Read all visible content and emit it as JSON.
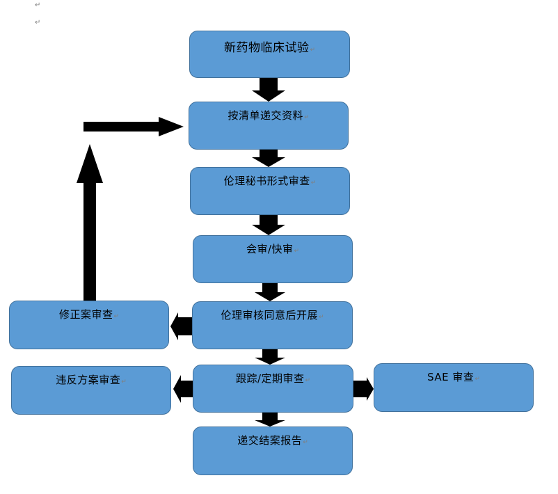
{
  "paragraph_marks": [
    "↵",
    "↵"
  ],
  "flowchart": {
    "main_steps": [
      {
        "id": "new-drug-trial",
        "label": "新药物临床试验"
      },
      {
        "id": "submit-materials",
        "label": "按清单递交资料"
      },
      {
        "id": "secretary-formal-review",
        "label": "伦理秘书形式审查"
      },
      {
        "id": "meeting-fast-review",
        "label": "会审/快审"
      },
      {
        "id": "approved-start",
        "label": "伦理审核同意后开展"
      },
      {
        "id": "tracking-periodic-review",
        "label": "跟踪/定期审查"
      },
      {
        "id": "submit-closing-report",
        "label": "递交结案报告"
      }
    ],
    "side_steps": [
      {
        "id": "amendment-review",
        "label": "修正案审查"
      },
      {
        "id": "protocol-violation-review",
        "label": "违反方案审查"
      },
      {
        "id": "sae-review",
        "label": "SAE 审查"
      }
    ],
    "paragraph_mark": "↵",
    "connections": [
      {
        "from": "new-drug-trial",
        "to": "submit-materials"
      },
      {
        "from": "submit-materials",
        "to": "secretary-formal-review"
      },
      {
        "from": "secretary-formal-review",
        "to": "meeting-fast-review"
      },
      {
        "from": "meeting-fast-review",
        "to": "approved-start"
      },
      {
        "from": "approved-start",
        "to": "tracking-periodic-review"
      },
      {
        "from": "tracking-periodic-review",
        "to": "submit-closing-report"
      },
      {
        "from": "approved-start",
        "to": "amendment-review"
      },
      {
        "from": "tracking-periodic-review",
        "to": "protocol-violation-review"
      },
      {
        "from": "tracking-periodic-review",
        "to": "sae-review"
      },
      {
        "from": "amendment-review",
        "to": "submit-materials"
      }
    ]
  }
}
